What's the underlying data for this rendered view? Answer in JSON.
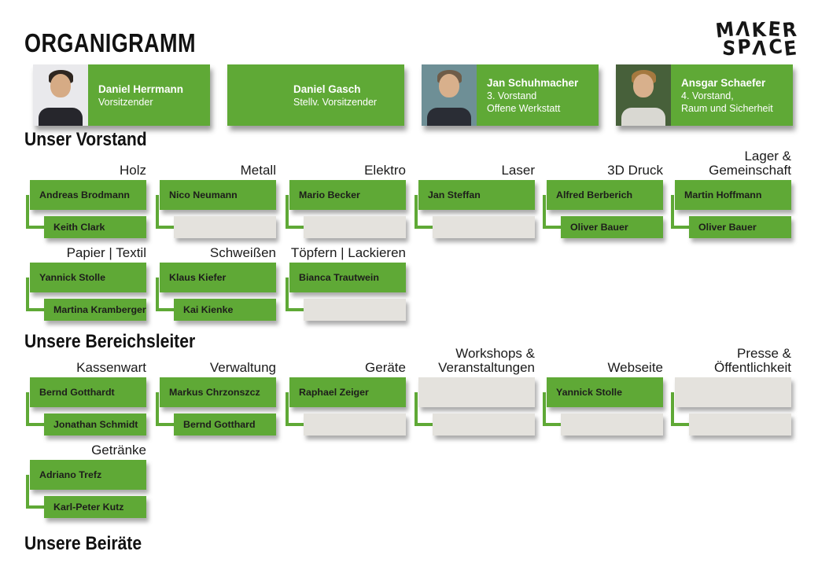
{
  "title": "ORGANIGRAMM",
  "logo": {
    "line1": "MΛKER",
    "line2": "SPΛCE"
  },
  "colors": {
    "green": "#5FA936",
    "empty_gray": "#E4E2DD",
    "logo_black": "#161616",
    "card_text": "#FFFFFF",
    "box_text": "#1D1D1B"
  },
  "board": {
    "caption": "Unser Vorstand",
    "members": [
      {
        "name": "Daniel Herrmann",
        "roles": [
          "Vorsitzender"
        ],
        "photo": "portrait-daniel-herrmann",
        "photo_colors": {
          "bg": "#E9E9EC",
          "hair": "#2E2620",
          "skin": "#D6AB85",
          "shirt": "#26262C"
        }
      },
      {
        "name": "Daniel Gasch",
        "roles": [
          "Stellv. Vorsitzender"
        ],
        "photo": null
      },
      {
        "name": "Jan Schuhmacher",
        "roles": [
          "3. Vorstand",
          "Offene Werkstatt"
        ],
        "photo": "portrait-jan-schuhmacher",
        "photo_colors": {
          "bg": "#6E8F96",
          "hair": "#6E5C48",
          "skin": "#D8B08C",
          "shirt": "#2A2D35"
        }
      },
      {
        "name": "Ansgar Schaefer",
        "roles": [
          "4. Vorstand,",
          "Raum und Sicherheit"
        ],
        "photo": "portrait-ansgar-schaefer",
        "photo_colors": {
          "bg": "#47603A",
          "hair": "#A5793F",
          "skin": "#D8B08C",
          "shirt": "#D9D8D2"
        }
      }
    ]
  },
  "bereichsleiter": {
    "caption": "Unsere Bereichsleiter",
    "groups": [
      {
        "label": [
          "Holz"
        ],
        "col": 0,
        "row": 0,
        "members": [
          {
            "name": "Andreas Brodmann"
          },
          {
            "name": "Keith Clark"
          }
        ]
      },
      {
        "label": [
          "Metall"
        ],
        "col": 1,
        "row": 0,
        "members": [
          {
            "name": "Nico Neumann"
          },
          {
            "name": ""
          }
        ]
      },
      {
        "label": [
          "Elektro"
        ],
        "col": 2,
        "row": 0,
        "members": [
          {
            "name": "Mario Becker"
          },
          {
            "name": ""
          }
        ]
      },
      {
        "label": [
          "Laser"
        ],
        "col": 3,
        "row": 0,
        "members": [
          {
            "name": "Jan Steffan"
          },
          {
            "name": ""
          }
        ]
      },
      {
        "label": [
          "3D Druck"
        ],
        "col": 4,
        "row": 0,
        "members": [
          {
            "name": "Alfred Berberich"
          },
          {
            "name": "Oliver Bauer"
          }
        ]
      },
      {
        "label": [
          "Lager &",
          "Gemeinschaft"
        ],
        "col": 5,
        "row": 0,
        "members": [
          {
            "name": "Martin Hoffmann"
          },
          {
            "name": "Oliver Bauer"
          }
        ]
      },
      {
        "label": [
          "Papier | Textil"
        ],
        "col": 0,
        "row": 1,
        "members": [
          {
            "name": "Yannick Stolle"
          },
          {
            "name": "Martina Kramberger"
          }
        ]
      },
      {
        "label": [
          "Schweißen"
        ],
        "col": 1,
        "row": 1,
        "members": [
          {
            "name": "Klaus Kiefer"
          },
          {
            "name": "Kai Kienke"
          }
        ]
      },
      {
        "label": [
          "Töpfern | Lackieren"
        ],
        "col": 2,
        "row": 1,
        "members": [
          {
            "name": "Bianca Trautwein"
          },
          {
            "name": ""
          }
        ]
      }
    ]
  },
  "beiraete": {
    "caption": "Unsere Beiräte",
    "groups": [
      {
        "label": [
          "Kassenwart"
        ],
        "col": 0,
        "row": 0,
        "members": [
          {
            "name": "Bernd Gotthardt"
          },
          {
            "name": "Jonathan Schmidt"
          }
        ]
      },
      {
        "label": [
          "Verwaltung"
        ],
        "col": 1,
        "row": 0,
        "members": [
          {
            "name": "Markus Chrzonszcz"
          },
          {
            "name": "Bernd Gotthard"
          }
        ]
      },
      {
        "label": [
          "Geräte"
        ],
        "col": 2,
        "row": 0,
        "members": [
          {
            "name": "Raphael Zeiger"
          },
          {
            "name": ""
          }
        ]
      },
      {
        "label": [
          "Workshops &",
          "Veranstaltungen"
        ],
        "col": 3,
        "row": 0,
        "members": [
          {
            "name": ""
          },
          {
            "name": ""
          }
        ]
      },
      {
        "label": [
          "Webseite"
        ],
        "col": 4,
        "row": 0,
        "members": [
          {
            "name": "Yannick Stolle"
          },
          {
            "name": ""
          }
        ]
      },
      {
        "label": [
          "Presse &",
          "Öffentlichkeit"
        ],
        "col": 5,
        "row": 0,
        "members": [
          {
            "name": ""
          },
          {
            "name": ""
          }
        ]
      },
      {
        "label": [
          "Getränke"
        ],
        "col": 0,
        "row": 1,
        "members": [
          {
            "name": "Adriano Trefz"
          },
          {
            "name": "Karl-Peter Kutz"
          }
        ]
      }
    ]
  }
}
